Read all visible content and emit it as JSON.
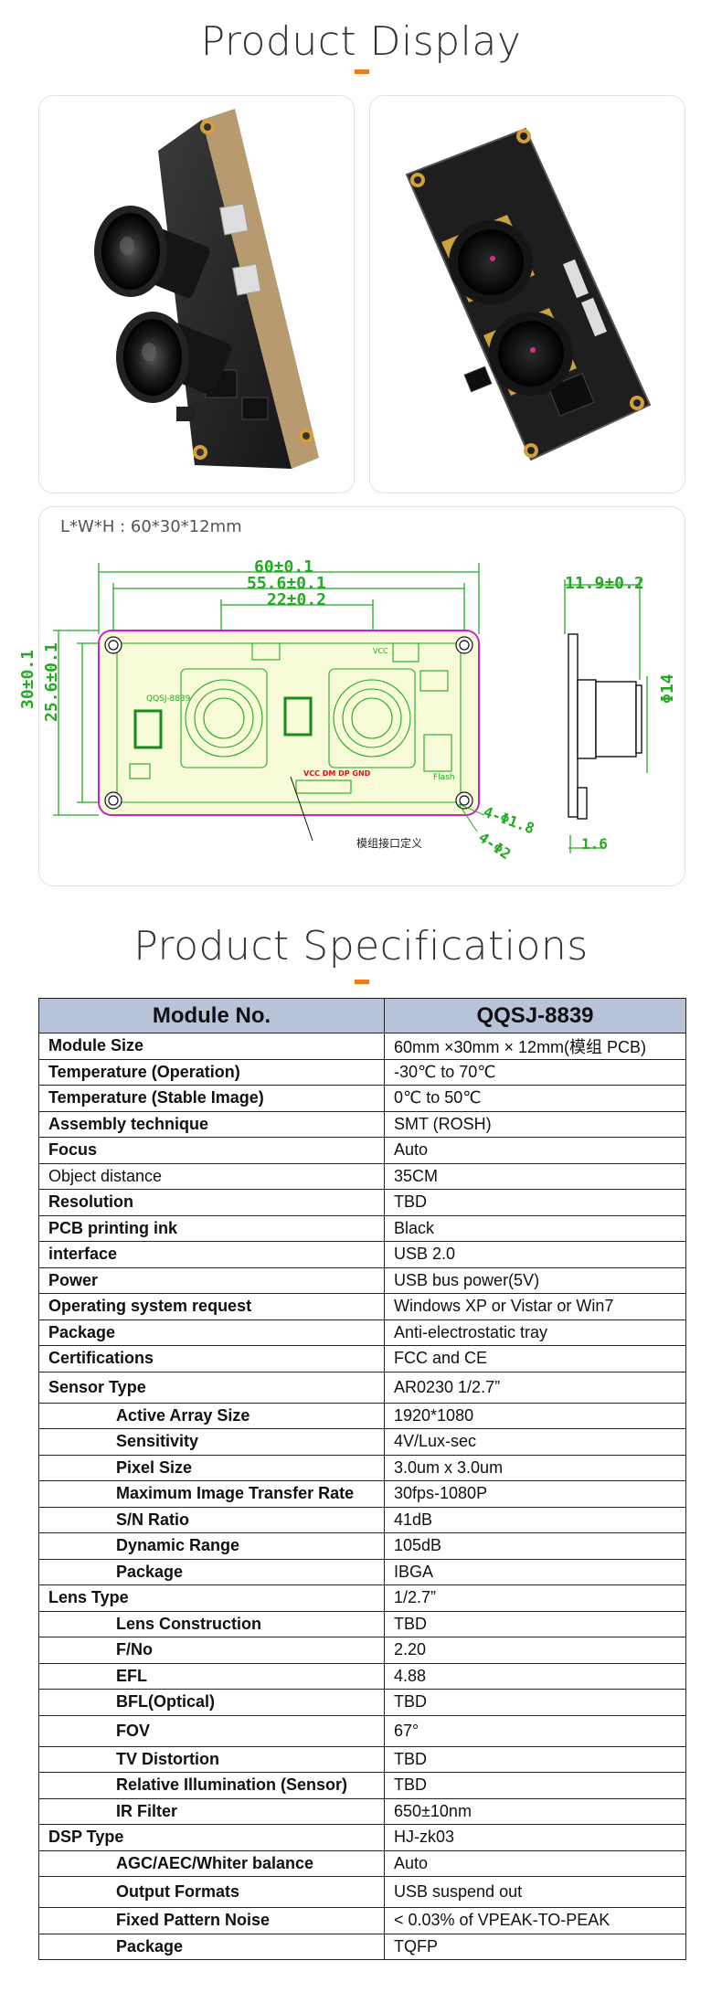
{
  "display": {
    "title": "Product Display",
    "dimensions_label": "L*W*H : 60*30*12mm",
    "drawing": {
      "dim_total": "60±0.1",
      "dim_inner": "55.6±0.1",
      "dim_lens": "22±0.2",
      "dim_height": "30±0.1",
      "dim_height_inner": "25.6±0.1",
      "dim_side": "11.9±0.2",
      "dim_lens_dia": "Φ14",
      "dim_thickness": "1.6",
      "hole_outer": "4-Φ1.8",
      "hole_inner": "4-Φ2",
      "model_text": "QQSJ-8839",
      "pins_text": "VCC DM DP GND",
      "interface_note": "模组接口定义",
      "vcc": "VCC",
      "flash": "Flash"
    }
  },
  "specs": {
    "title": "Product Specifications",
    "header": {
      "key": "Module No.",
      "value": "QQSJ-8839"
    },
    "rows": [
      {
        "key": "Module Size",
        "value": "60mm ×30mm × 12mm(模组 PCB)"
      },
      {
        "key": "Temperature (Operation)",
        "value": "-30℃ to 70℃"
      },
      {
        "key": "Temperature (Stable Image)",
        "value": "0℃ to 50℃"
      },
      {
        "key": "Assembly technique",
        "value": "SMT (ROSH)"
      },
      {
        "key": "Focus",
        "value": "Auto"
      },
      {
        "key": "Object distance",
        "value": "35CM"
      },
      {
        "key": "Resolution",
        "value": "TBD"
      },
      {
        "key": "PCB printing ink",
        "value": "Black"
      },
      {
        "key": "interface",
        "value": "USB 2.0"
      },
      {
        "key": "Power",
        "value": "USB bus power(5V)"
      },
      {
        "key": "Operating system request",
        "value": "Windows XP or Vistar or Win7"
      },
      {
        "key": "Package",
        "value": "Anti-electrostatic tray"
      },
      {
        "key": "Certifications",
        "value": "FCC and CE"
      },
      {
        "key": "Sensor Type",
        "value": "AR0230  1/2.7”"
      },
      {
        "key": "Active Array Size",
        "value": "1920*1080"
      },
      {
        "key": "Sensitivity",
        "value": "4V/Lux-sec"
      },
      {
        "key": "Pixel Size",
        "value": "3.0um x 3.0um"
      },
      {
        "key": "Maximum Image Transfer Rate",
        "value": "30fps-1080P"
      },
      {
        "key": "S/N Ratio",
        "value": "41dB"
      },
      {
        "key": "Dynamic Range",
        "value": "105dB"
      },
      {
        "key": "Package",
        "value": "IBGA"
      },
      {
        "key": "Lens Type",
        "value": "1/2.7”"
      },
      {
        "key": "Lens Construction",
        "value": "TBD"
      },
      {
        "key": "F/No",
        "value": "2.20"
      },
      {
        "key": "EFL",
        "value": "4.88"
      },
      {
        "key": "BFL(Optical)",
        "value": "TBD"
      },
      {
        "key": "FOV",
        "value": "67°"
      },
      {
        "key": "TV Distortion",
        "value": "TBD"
      },
      {
        "key": "Relative Illumination (Sensor)",
        "value": "TBD"
      },
      {
        "key": "IR Filter",
        "value": "650±10nm"
      },
      {
        "key": "DSP Type",
        "value": "HJ-zk03"
      },
      {
        "key": "AGC/AEC/Whiter balance",
        "value": "Auto"
      },
      {
        "key": "Output Formats",
        "value": "USB suspend out"
      },
      {
        "key": "Fixed Pattern Noise",
        "value": "< 0.03% of VPEAK-TO-PEAK"
      },
      {
        "key": "Package",
        "value": "TQFP"
      }
    ]
  }
}
